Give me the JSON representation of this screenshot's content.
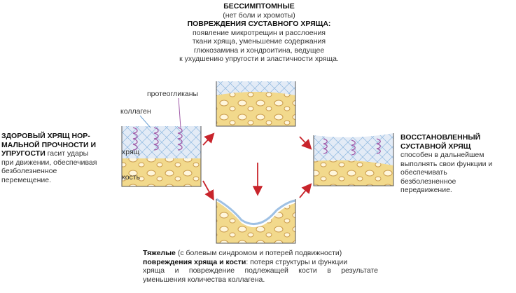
{
  "top": {
    "title": "БЕССИМПТОМНЫЕ",
    "subtitle": "(нет боли и хромоты)",
    "heading": "ПОВРЕЖДЕНИЯ СУСТАВНОГО  ХРЯЩА:",
    "lines": [
      "появление микротрещин и расслоения",
      "ткани хряща, уменьшение содержания",
      "глюкозамина и хондроитина, ведущее",
      "к ухудшению упругости и эластичности хряща."
    ]
  },
  "left": {
    "heading": [
      "ЗДОРОВЫЙ ХРЯЩ  НОР-",
      "МАЛЬНОЙ ПРОЧНОСТИ И"
    ],
    "heading_last": "УПРУГОСТИ",
    "text_inline": " гасит удары",
    "lines": [
      "при движении, обеспечивая",
      "безболезненное",
      "перемещение."
    ]
  },
  "labels": {
    "proteoglycans": "протеогликаны",
    "collagen": "коллаген",
    "cartilage": "хрящ",
    "bone": "кость"
  },
  "right": {
    "heading": [
      "ВОССТАНОВЛЕННЫЙ",
      "СУСТАВНОЙ  ХРЯЩ"
    ],
    "lines": [
      "способен в дальнейшем",
      "выполнять свои функции и",
      "обеспечивать",
      "безболезненное",
      "передвижение."
    ]
  },
  "bottom": {
    "bold1": "Тяжелые",
    "text1": " (с болевым синдромом и потерей  подвижности)",
    "bold2": "повреждения хряща и кости",
    "text2": ": потеря структуры и функции",
    "lines": [
      "хряща и повреждение подлежащей кости в результате",
      "уменьшения количества коллагена."
    ]
  },
  "colors": {
    "arrow": "#c8242b",
    "cartilage": "#dde7f4",
    "bone": "#f2d98c",
    "proteoglycan": "#a05aa8",
    "collagen": "#6fa3d6"
  }
}
